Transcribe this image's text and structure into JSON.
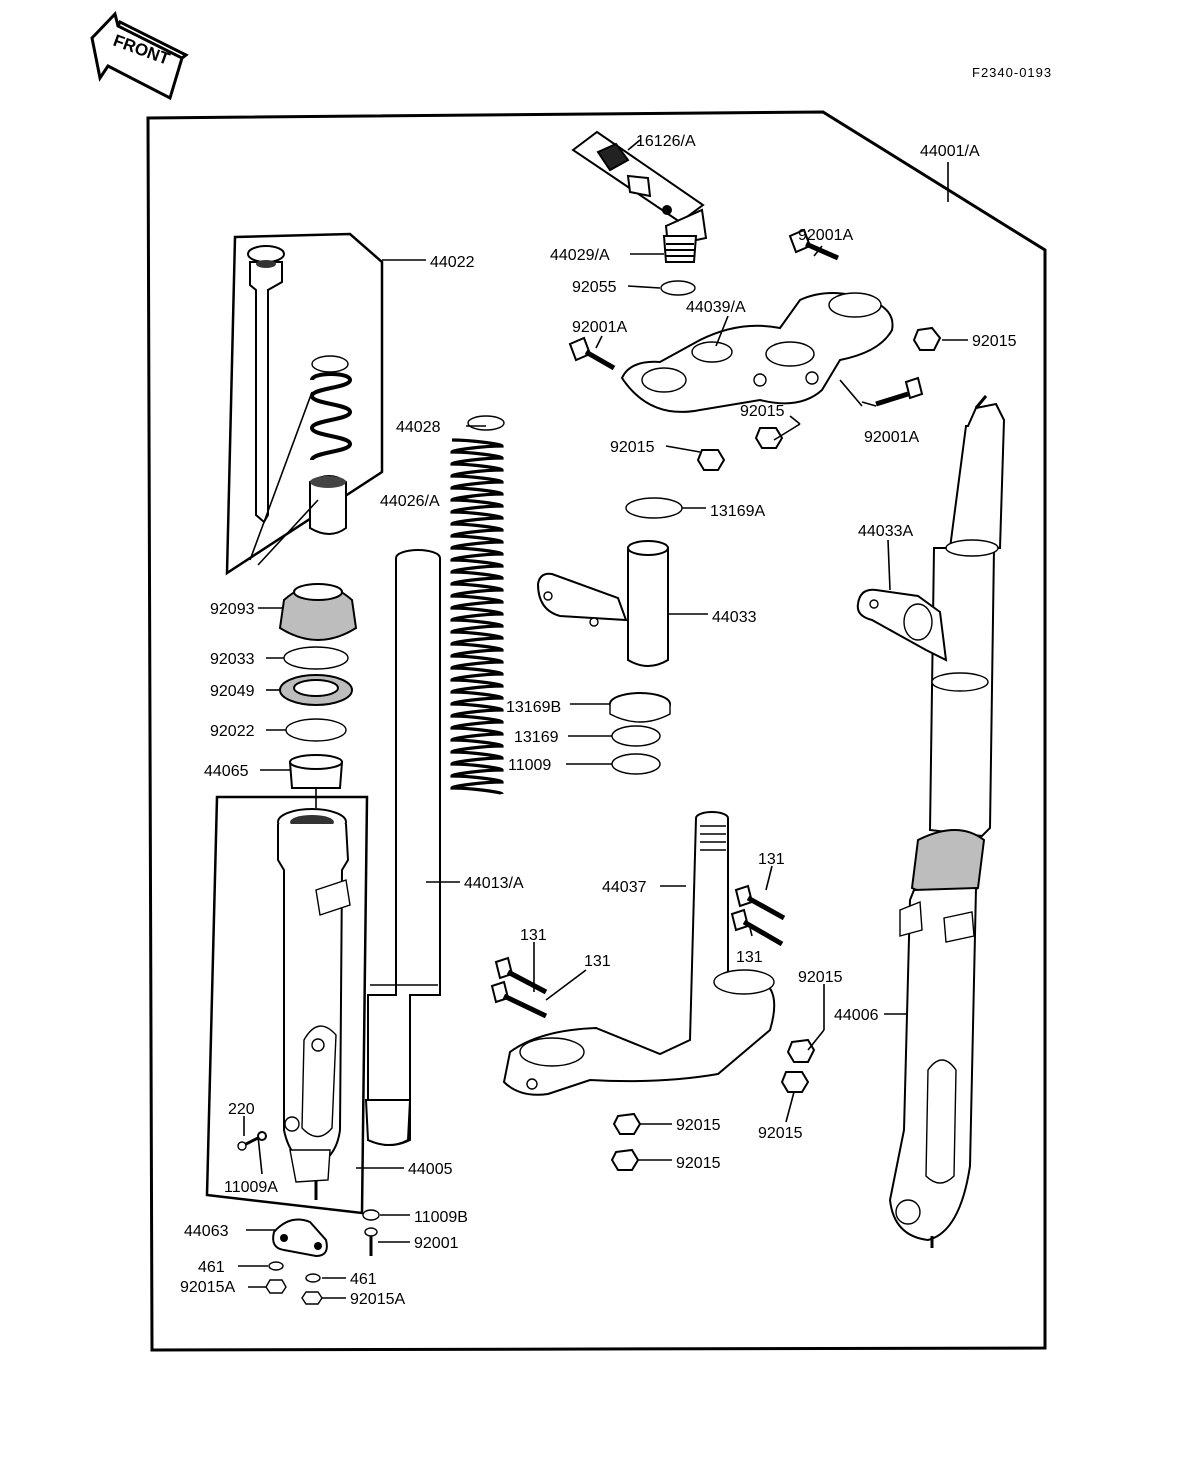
{
  "header": {
    "front_arrow_label": "FRONT",
    "drawing_ref": "F2340-0193"
  },
  "parts": {
    "p16126": "16126/A",
    "p44001": "44001/A",
    "p44022": "44022",
    "p44029": "44029/A",
    "p92001A_top": "92001A",
    "p92055": "92055",
    "p44039": "44039/A",
    "p92001A_left": "92001A",
    "p92015_right": "92015",
    "p92015_mid": "92015",
    "p92015_low": "92015",
    "p92001A_lower": "92001A",
    "p44028": "44028",
    "p44026": "44026/A",
    "p13169A": "13169A",
    "p44033A": "44033A",
    "p92093": "92093",
    "p44033": "44033",
    "p92033": "92033",
    "p92049": "92049",
    "p13169B": "13169B",
    "p92022": "92022",
    "p13169": "13169",
    "p44065": "44065",
    "p11009": "11009",
    "p131_a": "131",
    "p44013": "44013/A",
    "p44037": "44037",
    "p131_b": "131",
    "p131_c": "131",
    "p131_d": "131",
    "p92015_tr": "92015",
    "p44006": "44006",
    "p220": "220",
    "p92015_b1": "92015",
    "p92015_br": "92015",
    "p92015_b2": "92015",
    "p44005": "44005",
    "p11009A": "11009A",
    "p11009B": "11009B",
    "p44063": "44063",
    "p92001": "92001",
    "p461_a": "461",
    "p461_b": "461",
    "p92015A_a": "92015A",
    "p92015A_b": "92015A"
  }
}
